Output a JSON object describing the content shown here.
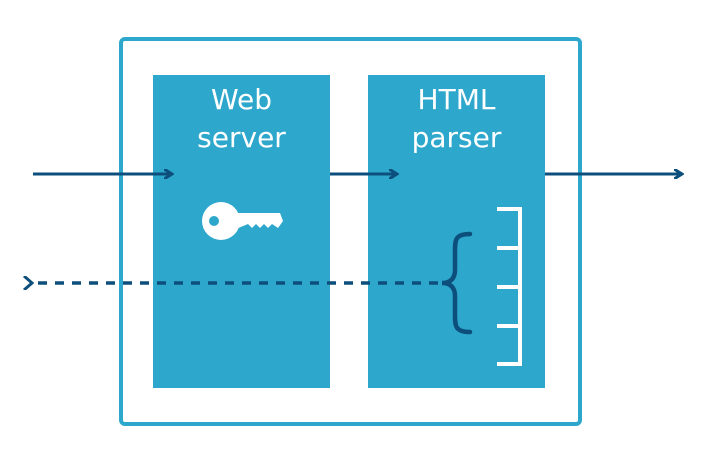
{
  "diagram": {
    "boxes": [
      {
        "id": "web-server",
        "label_lines": [
          "Web",
          "server"
        ]
      },
      {
        "id": "html-parser",
        "label_lines": [
          "HTML",
          "parser"
        ]
      }
    ],
    "icons": [
      "key-icon",
      "bracket-tree-icon"
    ],
    "colors": {
      "outer_border": "#2ea7cc",
      "box_fill": "#2ea7cc",
      "arrow": "#0d4f7c",
      "text": "#ffffff",
      "icon": "#ffffff",
      "bracket": "#0d4f7c"
    }
  }
}
